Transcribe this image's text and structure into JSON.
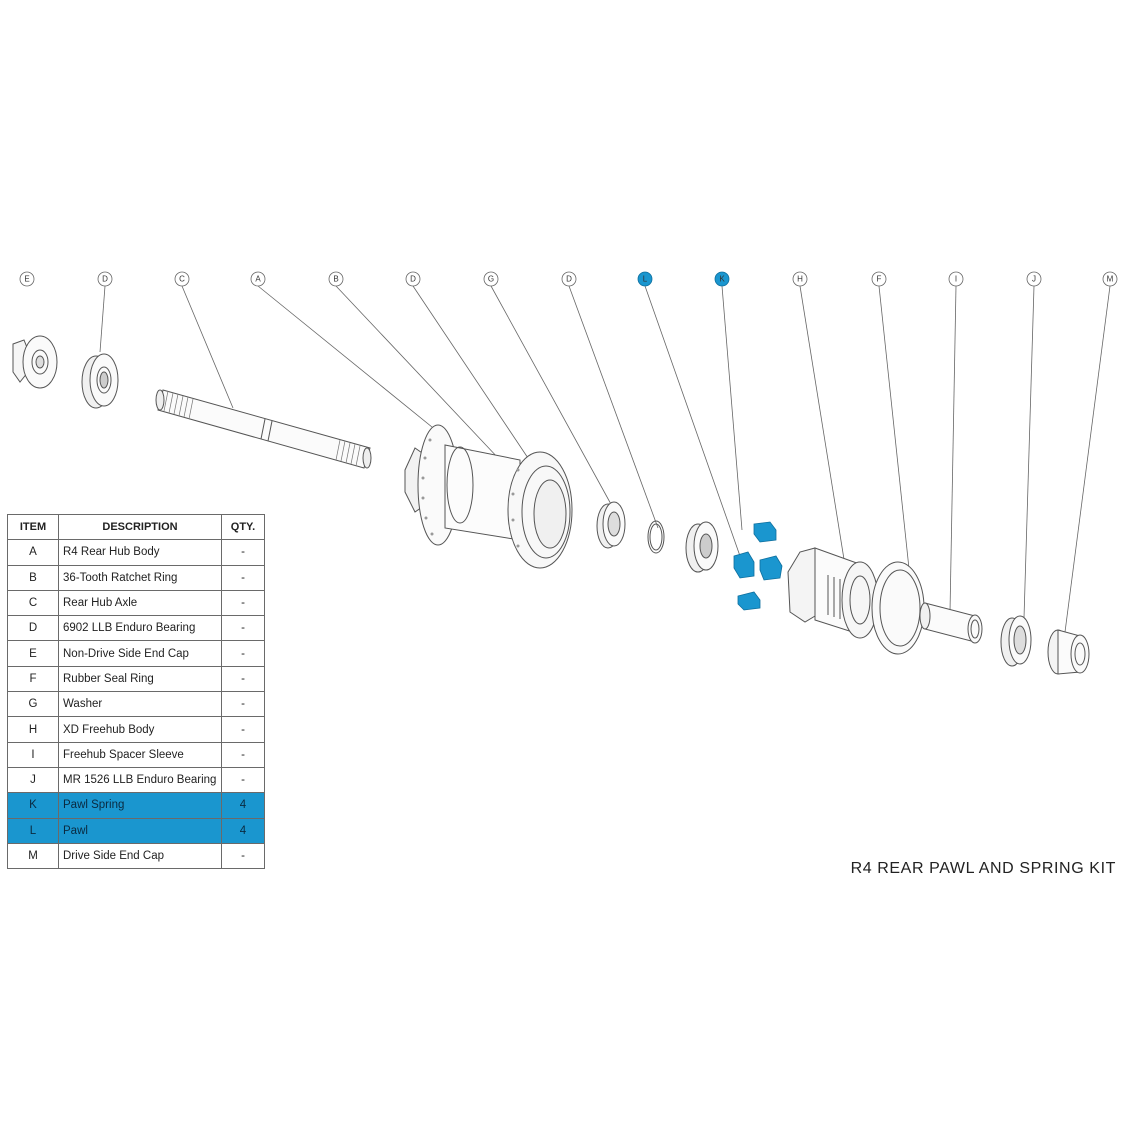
{
  "diagram": {
    "callouts": [
      {
        "letter": "E",
        "highlighted": false
      },
      {
        "letter": "D",
        "highlighted": false
      },
      {
        "letter": "C",
        "highlighted": false
      },
      {
        "letter": "A",
        "highlighted": false
      },
      {
        "letter": "B",
        "highlighted": false
      },
      {
        "letter": "D",
        "highlighted": false
      },
      {
        "letter": "G",
        "highlighted": false
      },
      {
        "letter": "D",
        "highlighted": false
      },
      {
        "letter": "L",
        "highlighted": true
      },
      {
        "letter": "K",
        "highlighted": true
      },
      {
        "letter": "H",
        "highlighted": false
      },
      {
        "letter": "F",
        "highlighted": false
      },
      {
        "letter": "I",
        "highlighted": false
      },
      {
        "letter": "J",
        "highlighted": false
      },
      {
        "letter": "M",
        "highlighted": false
      }
    ]
  },
  "table": {
    "headers": {
      "item": "ITEM",
      "description": "DESCRIPTION",
      "qty": "QTY."
    },
    "rows": [
      {
        "item": "A",
        "description": "R4 Rear Hub Body",
        "qty": "-",
        "highlighted": false
      },
      {
        "item": "B",
        "description": "36-Tooth Ratchet Ring",
        "qty": "-",
        "highlighted": false
      },
      {
        "item": "C",
        "description": "Rear Hub Axle",
        "qty": "-",
        "highlighted": false
      },
      {
        "item": "D",
        "description": "6902 LLB Enduro Bearing",
        "qty": "-",
        "highlighted": false
      },
      {
        "item": "E",
        "description": "Non-Drive Side End Cap",
        "qty": "-",
        "highlighted": false
      },
      {
        "item": "F",
        "description": "Rubber Seal Ring",
        "qty": "-",
        "highlighted": false
      },
      {
        "item": "G",
        "description": "Washer",
        "qty": "-",
        "highlighted": false
      },
      {
        "item": "H",
        "description": "XD Freehub Body",
        "qty": "-",
        "highlighted": false
      },
      {
        "item": "I",
        "description": "Freehub Spacer Sleeve",
        "qty": "-",
        "highlighted": false
      },
      {
        "item": "J",
        "description": "MR 1526 LLB Enduro Bearing",
        "qty": "-",
        "highlighted": false
      },
      {
        "item": "K",
        "description": "Pawl Spring",
        "qty": "4",
        "highlighted": true
      },
      {
        "item": "L",
        "description": "Pawl",
        "qty": "4",
        "highlighted": true
      },
      {
        "item": "M",
        "description": "Drive Side End Cap",
        "qty": "-",
        "highlighted": false
      }
    ]
  },
  "kit_title": "R4 REAR PAWL AND SPRING KIT",
  "colors": {
    "highlight": "#1a96cf",
    "line": "#555555"
  }
}
